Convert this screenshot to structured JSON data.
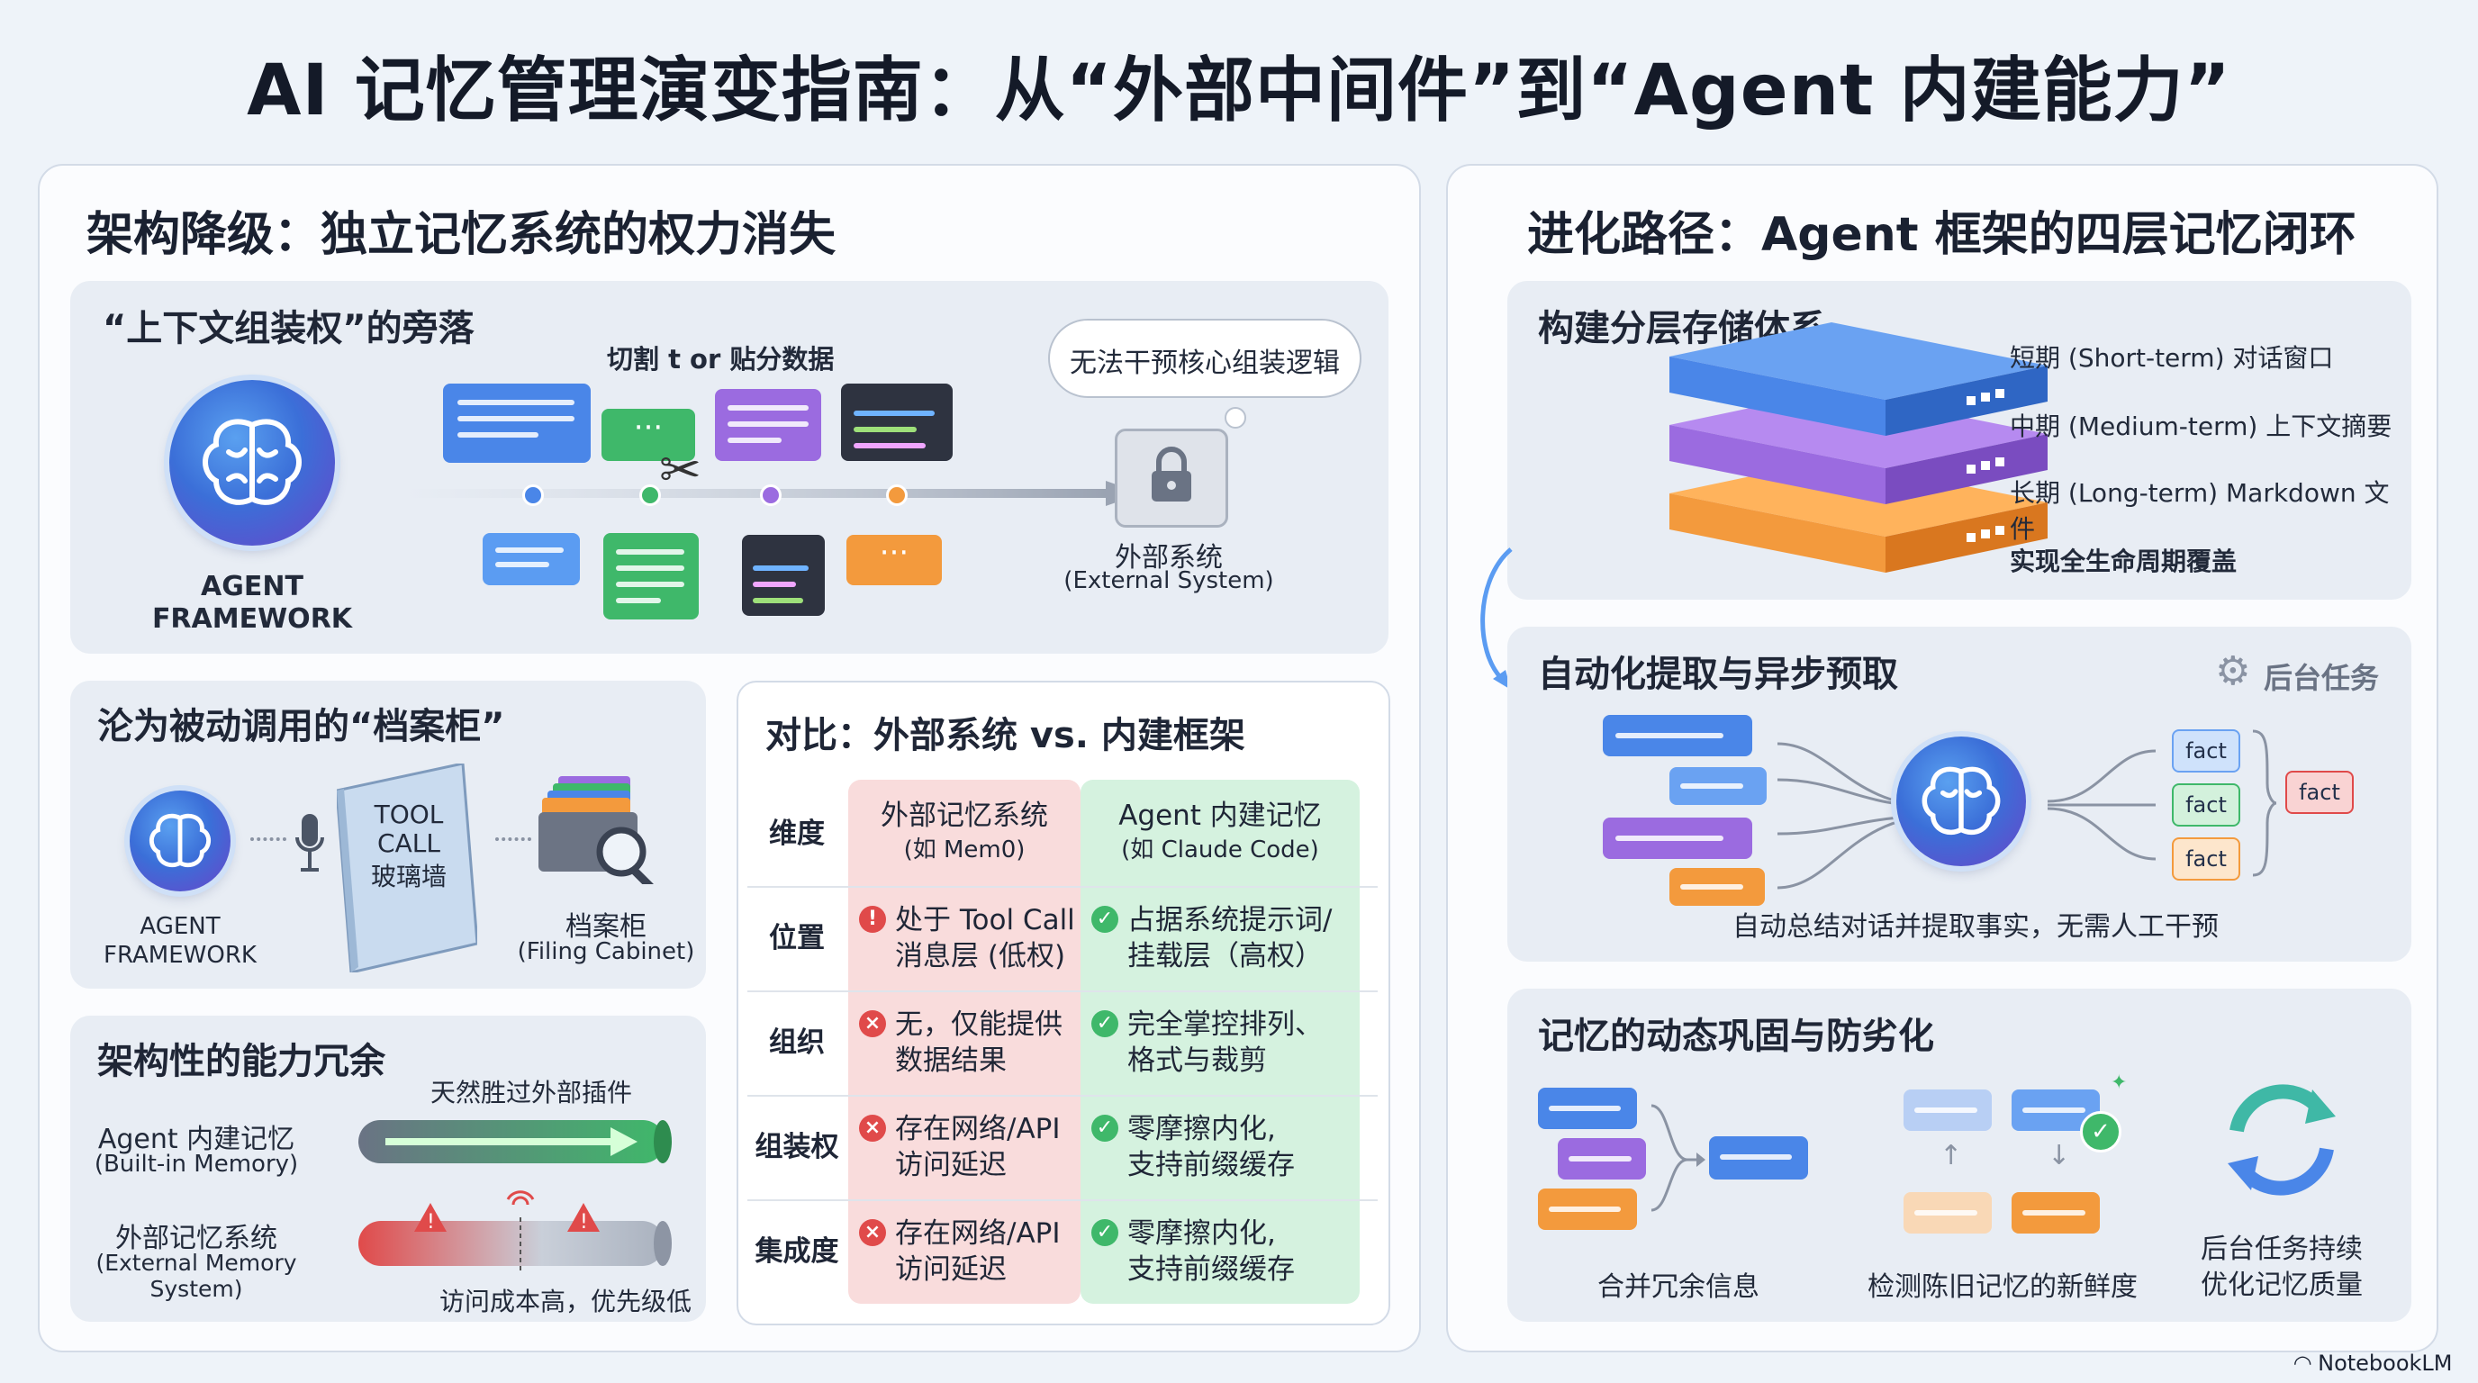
{
  "title": "AI 记忆管理演变指南：从“外部中间件”到“Agent 内建能力”",
  "left": {
    "heading": "架构降级：独立记忆系统的权力消失",
    "context": {
      "heading": "“上下文组装权”的旁落",
      "cut_label": "切割 t or 贴分数据",
      "thought": "无法干预核心组装逻辑",
      "agent_line1": "AGENT",
      "agent_line2": "FRAMEWORK",
      "external_line1": "外部系统",
      "external_line2": "(External System)"
    },
    "archive": {
      "heading": "沦为被动调用的“档案柜”",
      "agent_line1": "AGENT",
      "agent_line2": "FRAMEWORK",
      "glass_line1": "TOOL",
      "glass_line2": "CALL",
      "glass_line3": "玻璃墙",
      "cabinet_line1": "档案柜",
      "cabinet_line2": "(Filing Cabinet)"
    },
    "redundancy": {
      "heading": "架构性的能力冗余",
      "builtin_note": "天然胜过外部插件",
      "builtin_line1": "Agent 内建记忆",
      "builtin_line2": "(Built-in Memory)",
      "external_line1": "外部记忆系统",
      "external_line2": "(External Memory System)",
      "external_note": "访问成本高，优先级低"
    },
    "compare": {
      "heading": "对比：外部系统 vs. 内建框架",
      "col_dim": "维度",
      "col_ext_1": "外部记忆系统",
      "col_ext_2": "(如 Mem0)",
      "col_int_1": "Agent 内建记忆",
      "col_int_2": "(如 Claude Code)",
      "rows": [
        {
          "dim": "位置",
          "ext_icon": "!",
          "ext1": "处于 Tool Call",
          "ext2": "消息层 (低权)",
          "int1": "占据系统提示词/",
          "int2": "挂载层（高权）"
        },
        {
          "dim": "组织",
          "ext_icon": "×",
          "ext1": "无，仅能提供",
          "ext2": "数据结果",
          "int1": "完全掌控排列、",
          "int2": "格式与裁剪"
        },
        {
          "dim": "组装权",
          "ext_icon": "×",
          "ext1": "存在网络/API",
          "ext2": "访问延迟",
          "int1": "零摩擦内化,",
          "int2": "支持前缀缓存"
        },
        {
          "dim": "集成度",
          "ext_icon": "×",
          "ext1": "存在网络/API",
          "ext2": "访问延迟",
          "int1": "零摩擦内化,",
          "int2": "支持前缀缓存"
        }
      ]
    }
  },
  "right": {
    "heading": "进化路径：Agent 框架的四层记忆闭环",
    "layers": {
      "heading": "构建分层存储体系",
      "short": "短期 (Short-term) 对话窗口",
      "medium": "中期 (Medium-term) 上下文摘要",
      "long": "长期 (Long-term) Markdown 文件",
      "lifecycle": "实现全生命周期覆盖"
    },
    "extract": {
      "heading": "自动化提取与异步预取",
      "bg_task": "后台任务",
      "fact": "fact",
      "caption": "自动总结对话并提取事实，无需人工干预"
    },
    "consolidate": {
      "heading": "记忆的动态巩固与防劣化",
      "merge": "合并冗余信息",
      "detect": "检测陈旧记忆的新鲜度",
      "optimize_1": "后台任务持续",
      "optimize_2": "优化记忆质量"
    }
  },
  "brand": "NotebookLM",
  "colors": {
    "blue": "#4a86e8",
    "purple": "#9b6be0",
    "green": "#3fb86a",
    "orange": "#f39a3d",
    "red": "#e04a4a",
    "ext_col_bg": "#f9dcdc",
    "int_col_bg": "#d5f2df"
  }
}
